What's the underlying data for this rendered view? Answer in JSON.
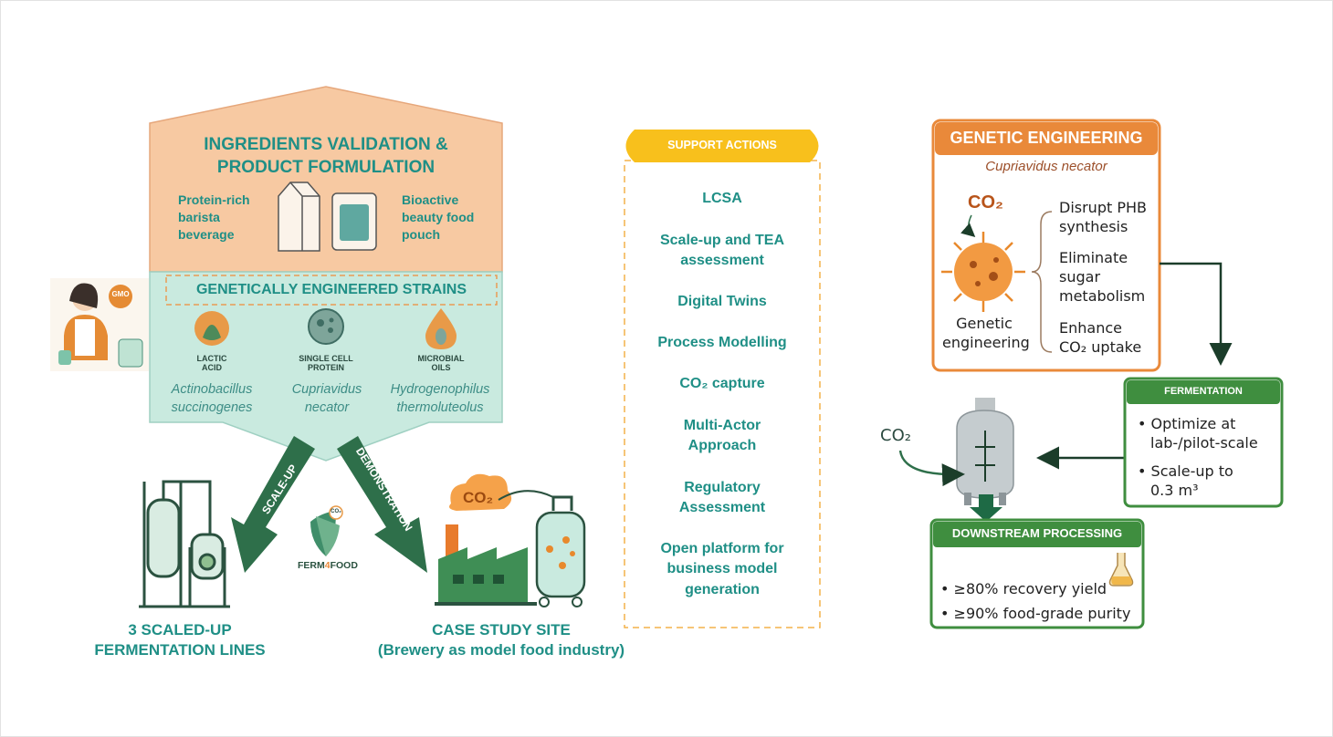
{
  "left": {
    "ingredients_title_line1": "INGREDIENTS VALIDATION &",
    "ingredients_title_line2": "PRODUCT FORMULATION",
    "product_left": [
      "Protein-rich",
      "barista",
      "beverage"
    ],
    "product_right": [
      "Bioactive",
      "beauty food",
      "pouch"
    ],
    "strains_title": "GENETICALLY ENGINEERED STRAINS",
    "gmo_badge": "GMO",
    "strains": [
      {
        "icon_label": [
          "LACTIC",
          "ACID"
        ],
        "organism": [
          "Actinobacillus",
          "succinogenes"
        ]
      },
      {
        "icon_label": [
          "SINGLE CELL",
          "PROTEIN"
        ],
        "organism": [
          "Cupriavidus",
          "necator"
        ]
      },
      {
        "icon_label": [
          "MICROBIAL",
          "OILS"
        ],
        "organism": [
          "Hydrogenophilus",
          "thermoluteolus"
        ]
      }
    ],
    "arrow_left": "SCALE-UP",
    "arrow_right": "DEMONSTRATION",
    "logo": {
      "part1": "FERM",
      "part2": "4",
      "part3": "FOOD",
      "badge": "CO₂"
    },
    "cloud": "CO₂",
    "fermentation_lines": [
      "3 SCALED-UP",
      "FERMENTATION LINES"
    ],
    "case_study": [
      "CASE STUDY SITE",
      "(Brewery as model food industry)"
    ]
  },
  "support": {
    "title": "SUPPORT ACTIONS",
    "items": [
      [
        "LCSA"
      ],
      [
        "Scale-up and TEA",
        "assessment"
      ],
      [
        "Digital Twins"
      ],
      [
        "Process Modelling"
      ],
      [
        "CO₂ capture"
      ],
      [
        "Multi-Actor",
        "Approach"
      ],
      [
        "Regulatory",
        "Assessment"
      ],
      [
        "Open platform for",
        "business model",
        "generation"
      ]
    ]
  },
  "right": {
    "genetic_title": "GENETIC ENGINEERING",
    "genetic_organism": "Cupriavidus necator",
    "co2_label": "CO₂",
    "microbe_caption": [
      "Genetic",
      "engineering"
    ],
    "modifications": [
      [
        "Disrupt PHB",
        "synthesis"
      ],
      [
        "Eliminate",
        "sugar",
        "metabolism"
      ],
      [
        "Enhance",
        "CO₂ uptake"
      ]
    ],
    "fermentation_title": "FERMENTATION",
    "fermentation_items": [
      [
        "Optimize at",
        "lab-/pilot-scale"
      ],
      [
        "Scale-up to",
        "0.3 m³"
      ]
    ],
    "co2_input": "CO₂",
    "downstream_title": "DOWNSTREAM PROCESSING",
    "downstream_items": [
      "≥80% recovery yield",
      "≥90% food-grade purity"
    ]
  },
  "colors": {
    "peach": "#f7c9a2",
    "mint": "#c9eadf",
    "teal_text": "#1f8f86",
    "dark_green_arrow": "#2e6f4a",
    "support_yellow": "#f8c01c",
    "genetic_orange": "#e9893a",
    "green_box": "#3f8e3f"
  }
}
